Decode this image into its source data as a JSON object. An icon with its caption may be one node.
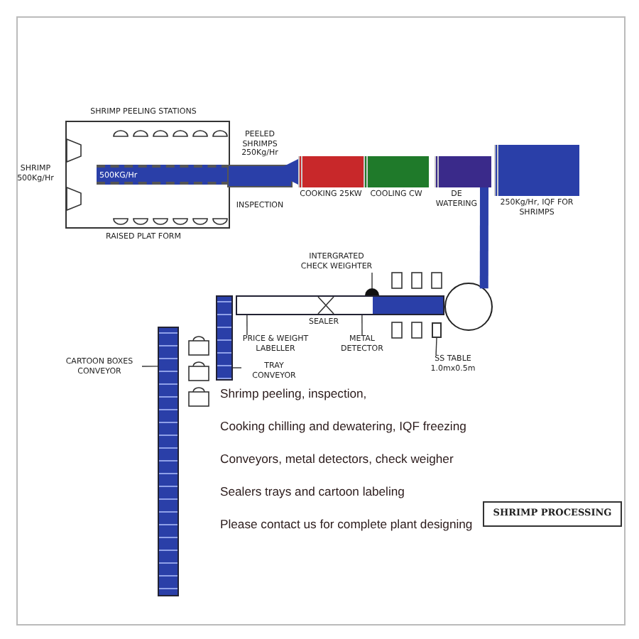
{
  "diagram": {
    "nodes": [
      {
        "text": [
          "SHRIMP PEELING STATIONS",
          "RAISED PLAT FORM"
        ]
      },
      {
        "text": [
          "500KG/Hr"
        ],
        "in": 0
      },
      {
        "text": [
          "PEELED SHRIMPS 250Kg/Hr",
          "INSPECTION"
        ]
      },
      {
        "text": [
          "COOKING 25KW"
        ]
      },
      {
        "text": [
          "COOLING CW"
        ]
      },
      {
        "text": [
          "DE WATERING"
        ]
      },
      {
        "text": [
          "250Kg/Hr, IQF FOR SHRIMPS"
        ]
      },
      {
        "text": [],
        "shape": "circle"
      },
      {
        "text": [],
        "shape": "bar",
        "beside": [
          "SEALER"
        ]
      },
      {
        "text": [
          "INTERGRATED CHECK WEIGHTER"
        ]
      },
      {
        "text": [
          "PRICE & WEIGHT LABELLER"
        ]
      },
      {
        "text": [
          "METAL DETECTOR"
        ]
      },
      {
        "text": [
          "SS TABLE 1.0mx0.5m"
        ]
      },
      {
        "text": [],
        "shape": "bar"
      },
      {
        "text": [
          "TRAY CONVEYOR"
        ]
      },
      {
        "text": [],
        "shape": "bar"
      },
      {
        "text": [
          "CARTOON BOXES CONVEYOR"
        ]
      },
      {
        "text": [],
        "shape": "dome"
      },
      {
        "text": [],
        "shape": "box"
      }
    ],
    "edges": [
      {
        "from": 5,
        "to": 7,
        "arrow": "none",
        "style": "thick",
        "color": "#2a3fa8"
      },
      {
        "from": 9,
        "to": 17,
        "arrow": "none"
      },
      {
        "from": 10,
        "to": 8,
        "arrow": "none"
      },
      {
        "from": 11,
        "to": 8,
        "arrow": "none"
      },
      {
        "from": 12,
        "to": 18,
        "arrow": "none"
      },
      {
        "from": 14,
        "to": 15,
        "arrow": "none"
      },
      {
        "from": 16,
        "to": 13,
        "arrow": "none"
      }
    ],
    "labels": [
      "SHRIMP 500Kg/Hr",
      "Shrimp peeling, inspection,",
      "Cooking chilling and dewatering, IQF freezing",
      "Conveyors, metal detectors, check weigher",
      "Sealers trays and cartoon labeling",
      "Please contact us for complete plant designing",
      "SHRIMP PROCESSING"
    ]
  }
}
